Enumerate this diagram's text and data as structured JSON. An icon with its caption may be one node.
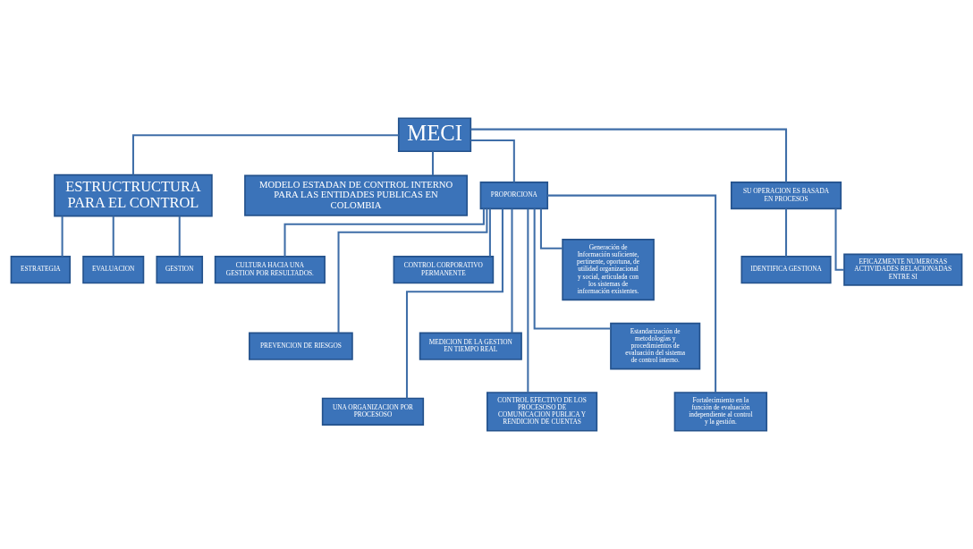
{
  "diagram": {
    "nodes": [
      {
        "text": [
          "MECI"
        ]
      },
      {
        "text": [
          "ESTRUCTRUCTURA PARA EL CONTROL"
        ]
      },
      {
        "text": [
          "MODELO ESTADAN DE CONTROL INTERNO PARA LAS ENTIDADES PUBLICAS EN COLOMBIA"
        ]
      },
      {
        "text": [
          "ESTRATEGIA"
        ]
      },
      {
        "text": [
          "PROPORCIONA"
        ]
      },
      {
        "text": [
          "EVALUACION"
        ]
      },
      {
        "text": [
          "CULTURA HACIA UNA GESTION POR RESULTADOS."
        ]
      },
      {
        "text": [
          "PREVENCION DE RIESGOS"
        ]
      },
      {
        "text": [
          "UNA ORGANIZACION POR PROCESOSO"
        ]
      },
      {
        "text": [
          "CONTROL CORPORATIVO PERMANENTE"
        ]
      },
      {
        "text": [
          "SU OPERACION ES BASADA EN PROCESOS"
        ]
      },
      {
        "text": [
          "GESTION"
        ]
      },
      {
        "text": [
          "MEDICION DE LA GESTION EN TIEMPO REAL"
        ]
      },
      {
        "text": [
          "CONTROL EFECTIVO DE LOS PROCESOSO DE COMUNICACION PUBLICA Y RENDICION DE CUENTAS"
        ]
      },
      {
        "text": [
          "Generación de Información suficiente, pertinente, oportuna, de utilidad organizacional y social, articulada con los sistemas de información existentes."
        ]
      },
      {
        "text": [
          "IDENTIFICA GESTIONA"
        ]
      },
      {
        "text": [
          "Estandarización de metodologías y procedimientos de evaluación del sistema de control interno."
        ]
      },
      {
        "text": [
          "EFICAZMENTE NUMEROSAS ACTIVIDADES RELACIONADAS ENTRE SI"
        ]
      },
      {
        "text": [
          "Fortalecimiento en la función de evaluación independiente al control y la gestión."
        ]
      }
    ],
    "edges": [
      {
        "from": 0,
        "to": 1,
        "arrow": "none"
      },
      {
        "from": 0,
        "to": 2,
        "arrow": "none"
      },
      {
        "from": 0,
        "to": 4,
        "arrow": "none"
      },
      {
        "from": 0,
        "to": 10,
        "arrow": "none"
      },
      {
        "from": 1,
        "to": 3,
        "arrow": "none"
      },
      {
        "from": 1,
        "to": 5,
        "arrow": "none"
      },
      {
        "from": 1,
        "to": 11,
        "arrow": "none"
      },
      {
        "from": 10,
        "to": 15,
        "arrow": "none"
      },
      {
        "from": 10,
        "to": 17,
        "arrow": "none"
      },
      {
        "from": 4,
        "to": 6,
        "arrow": "none"
      },
      {
        "from": 4,
        "to": 7,
        "arrow": "none"
      },
      {
        "from": 4,
        "to": 8,
        "arrow": "none"
      },
      {
        "from": 4,
        "to": 9,
        "arrow": "none"
      },
      {
        "from": 4,
        "to": 12,
        "arrow": "none"
      },
      {
        "from": 4,
        "to": 13,
        "arrow": "none"
      },
      {
        "from": 4,
        "to": 14,
        "arrow": "none"
      },
      {
        "from": 4,
        "to": 16,
        "arrow": "none"
      },
      {
        "from": 4,
        "to": 18,
        "arrow": "none"
      }
    ]
  }
}
